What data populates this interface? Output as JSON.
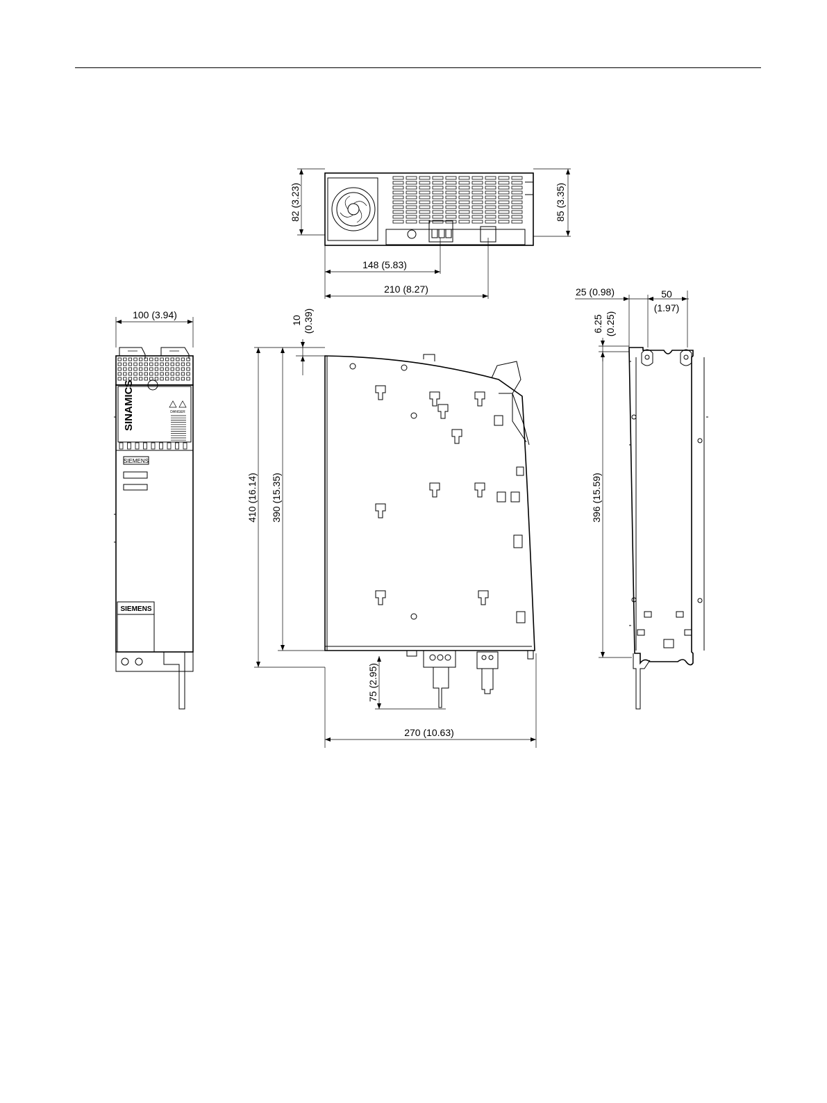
{
  "dimensions": {
    "top_left_height": "82 (3.23)",
    "top_right_height": "85 (3.35)",
    "width_148": "148 (5.83)",
    "width_210": "210 (8.27)",
    "front_width": "100 (3.94)",
    "side_offset_10": "10",
    "side_offset_10_in": "(0.39)",
    "side_height_410": "410 (16.14)",
    "side_height_390": "390 (15.35)",
    "side_bottom_75": "75 (2.95)",
    "side_depth_270": "270 (10.63)",
    "rear_offset_25": "25 (0.98)",
    "rear_spacing_50": "50",
    "rear_spacing_50_in": "(1.97)",
    "rear_offset_625": "6.25",
    "rear_offset_625_in": "(0.25)",
    "rear_height_396": "396 (15.59)"
  },
  "labels": {
    "brand": "SIEMENS",
    "brand_small": "SIEMENS",
    "product": "SINAMICS",
    "danger": "DANGER"
  },
  "colors": {
    "line": "#000000",
    "background": "#ffffff"
  }
}
